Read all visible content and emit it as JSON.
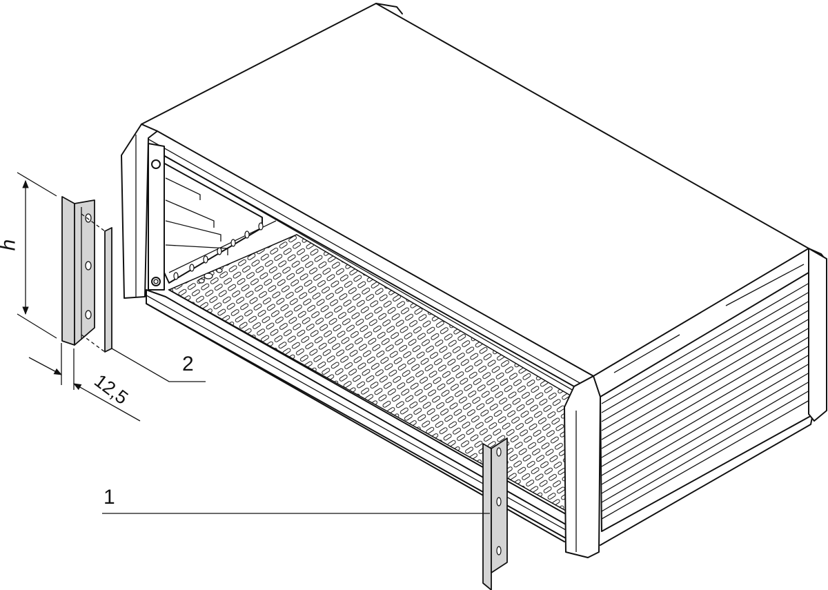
{
  "diagram": {
    "type": "technical-illustration",
    "subject": "19-inch subrack enclosure with front rails (exploded view)",
    "colors": {
      "line": "#111111",
      "rail_fill": "#d4d4d4",
      "background": "#ffffff"
    }
  },
  "callouts": [
    {
      "id": "1",
      "label": "1",
      "points_to": "front mounting rail (installed)"
    },
    {
      "id": "2",
      "label": "2",
      "points_to": "rail insert strip (exploded)"
    }
  ],
  "dimensions": {
    "height": {
      "label": "h"
    },
    "width": {
      "label": "12,5"
    }
  }
}
